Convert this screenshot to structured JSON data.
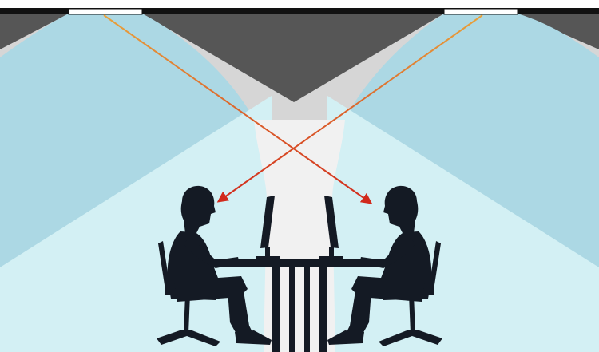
{
  "scene": {
    "ceiling_color": "#565656",
    "ceiling_rail_color": "#121212",
    "ceiling_cone_color": "#d6d6d6",
    "light_fixture_color": "#ffffff",
    "light_cone_color": "#acd8e4",
    "lit_floor_color": "#d3f0f4",
    "center_light_color": "#f1f1f1",
    "silhouette_color": "#141a24",
    "glare_arrow_start_color": "#e8a23c",
    "glare_arrow_end_color": "#d12a1c"
  },
  "people": [
    {
      "id": "left-worker",
      "facing": "right"
    },
    {
      "id": "right-worker",
      "facing": "left"
    }
  ],
  "light_fixtures": [
    {
      "id": "left-ceiling-light"
    },
    {
      "id": "right-ceiling-light"
    }
  ],
  "glare_arrows": [
    {
      "from": "left-ceiling-light",
      "to": "right-worker"
    },
    {
      "from": "right-ceiling-light",
      "to": "left-worker"
    }
  ]
}
